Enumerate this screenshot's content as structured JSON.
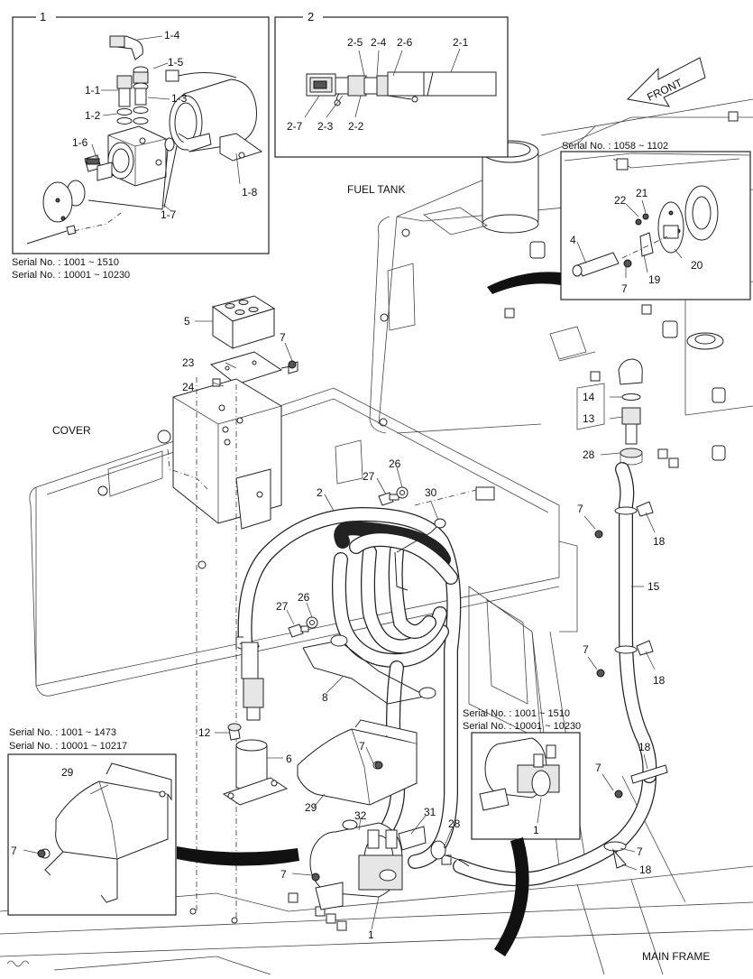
{
  "insets": {
    "inset1": {
      "title": "1",
      "serial_lines": [
        "Serial No. : 1001 ~ 1510",
        "Serial No. : 10001 ~ 10230"
      ],
      "labels": [
        "1-4",
        "1-5",
        "1-1",
        "1-3",
        "1-2",
        "1-6",
        "1-8",
        "1-7"
      ]
    },
    "inset2": {
      "title": "2",
      "labels": [
        "2-5",
        "2-4",
        "2-6",
        "2-1",
        "2-7",
        "2-3",
        "2-2"
      ]
    },
    "inset_tank": {
      "serial": "Serial No. : 1058 ~ 1102",
      "labels": [
        "22",
        "21",
        "4",
        "20",
        "7",
        "19"
      ]
    },
    "inset_pump": {
      "serial_lines": [
        "Serial No. : 1001 ~ 1510",
        "Serial No. : 10001 ~ 10230"
      ],
      "labels": [
        "1"
      ]
    },
    "inset_cover": {
      "serial_lines": [
        "Serial No. : 1001 ~ 1473",
        "Serial No. : 10001 ~ 10217"
      ],
      "labels": [
        "29",
        "7"
      ]
    }
  },
  "callouts": {
    "front": "FRONT",
    "fuel_tank": "FUEL TANK",
    "cover": "COVER",
    "main_frame": "MAIN FRAME"
  },
  "part_labels": {
    "p5": "5",
    "p7a": "7",
    "p23": "23",
    "p24": "24",
    "p2": "2",
    "p27a": "27",
    "p26a": "26",
    "p30": "30",
    "p27b": "27",
    "p26b": "26",
    "p8": "8",
    "p12": "12",
    "p6": "6",
    "p7b": "7",
    "p29": "29",
    "p32": "32",
    "p31": "31",
    "p28b": "28",
    "p7c": "7",
    "p1": "1",
    "p14": "14",
    "p13": "13",
    "p28a": "28",
    "p7d": "7",
    "p18a": "18",
    "p15": "15",
    "p7e": "7",
    "p18b": "18",
    "p18c": "18",
    "p7f": "7",
    "p7g": "7",
    "p18d": "18"
  }
}
